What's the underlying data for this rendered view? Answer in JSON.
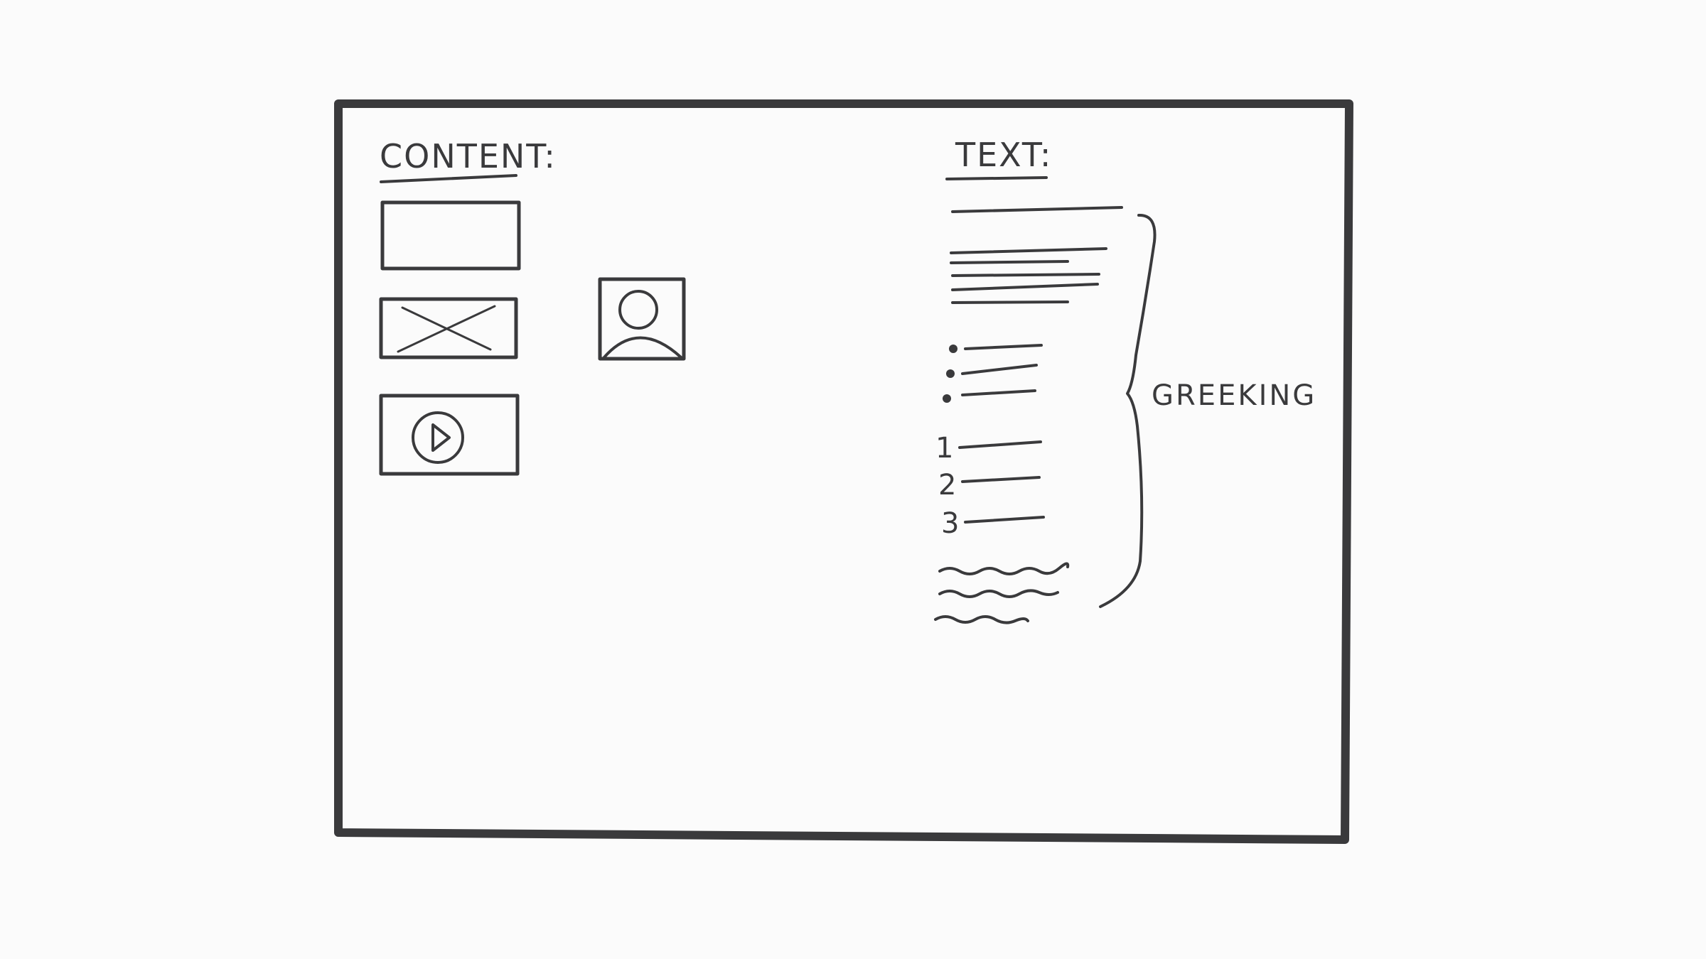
{
  "content_section": {
    "heading": "CONTENT:",
    "items": [
      {
        "name": "text-block-placeholder"
      },
      {
        "name": "image-placeholder-icon"
      },
      {
        "name": "user-avatar-icon"
      },
      {
        "name": "video-player-icon"
      }
    ]
  },
  "text_section": {
    "heading": "TEXT:",
    "ordered_markers": [
      "1",
      "2",
      "3"
    ],
    "annotation": "GREEKING"
  },
  "colors": {
    "ink": "#3a3a3c",
    "paper": "#fbfbfb"
  }
}
